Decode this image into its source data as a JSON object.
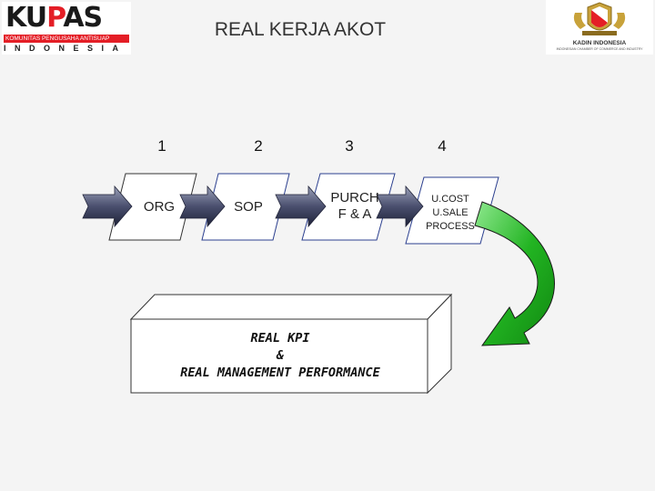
{
  "header": {
    "title": "REAL KERJA AKOT"
  },
  "logos": {
    "left": {
      "word_a": "KU",
      "word_p": "P",
      "word_b": "AS",
      "tagline": "KOMUNITAS PENGUSAHA ANTISUAP",
      "country": "INDONESIA"
    },
    "right": {
      "name": "KADIN INDONESIA",
      "subtitle": "INDONESIAN CHAMBER OF COMMERCE AND INDUSTRY"
    }
  },
  "steps": [
    {
      "number": "1",
      "label": "ORG"
    },
    {
      "number": "2",
      "label": "SOP"
    },
    {
      "number": "3",
      "label_line1": "PURCH",
      "label_line2": "F & A"
    },
    {
      "number": "4",
      "lines": [
        "U.COST",
        "U.SALE",
        "PROCESS"
      ]
    }
  ],
  "result_box": {
    "line1": "REAL KPI",
    "line2": "&",
    "line3": "REAL MANAGEMENT PERFORMANCE"
  },
  "colors": {
    "brand_red": "#e41e26",
    "step_border": "#2b3f8f",
    "arrow_dark": "#3a3f5c",
    "loop_arrow": "#22aa22",
    "background": "#f4f4f4"
  }
}
